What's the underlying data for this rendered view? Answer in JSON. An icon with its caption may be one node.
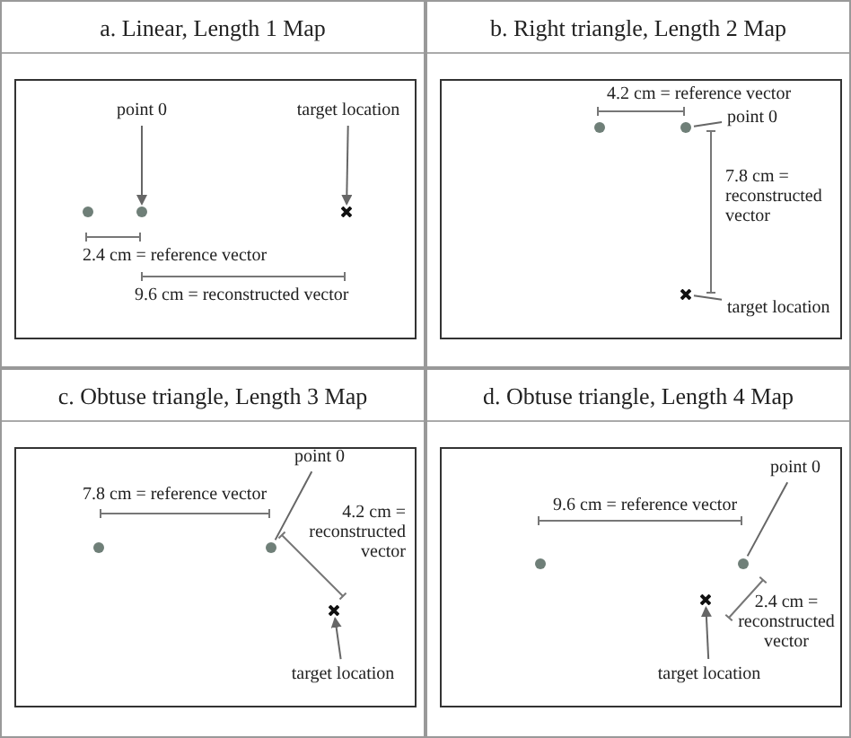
{
  "diagram": {
    "nodes": [
      {
        "text": [
          "a. Linear, Length 1 Map"
        ]
      },
      {
        "text": [],
        "shape": "box",
        "in": 0
      },
      {
        "text": [
          "point 0"
        ],
        "in": 1
      },
      {
        "text": [
          "target location"
        ],
        "in": 1
      },
      {
        "text": [],
        "shape": "circle",
        "in": 1
      },
      {
        "text": [],
        "shape": "circle",
        "in": 1
      },
      {
        "text": [],
        "shape": "cross",
        "in": 1
      },
      {
        "text": [
          "b. Right triangle, Length 2 Map"
        ]
      },
      {
        "text": [],
        "shape": "box",
        "in": 7
      },
      {
        "text": [
          "point 0"
        ],
        "in": 8
      },
      {
        "text": [
          "target location"
        ],
        "in": 8
      },
      {
        "text": [],
        "shape": "circle",
        "in": 8
      },
      {
        "text": [],
        "shape": "circle",
        "in": 8
      },
      {
        "text": [],
        "shape": "cross",
        "in": 8
      },
      {
        "text": [
          "c. Obtuse triangle, Length 3 Map"
        ]
      },
      {
        "text": [],
        "shape": "box",
        "in": 14
      },
      {
        "text": [
          "point 0"
        ],
        "in": 15
      },
      {
        "text": [
          "target location"
        ],
        "in": 15
      },
      {
        "text": [],
        "shape": "circle",
        "in": 15
      },
      {
        "text": [],
        "shape": "circle",
        "in": 15
      },
      {
        "text": [],
        "shape": "cross",
        "in": 15
      },
      {
        "text": [
          "d. Obtuse triangle, Length 4 Map"
        ]
      },
      {
        "text": [],
        "shape": "box",
        "in": 21
      },
      {
        "text": [
          "point 0"
        ],
        "in": 22
      },
      {
        "text": [
          "target location"
        ],
        "in": 22
      },
      {
        "text": [],
        "shape": "circle",
        "in": 22
      },
      {
        "text": [],
        "shape": "circle",
        "in": 22
      },
      {
        "text": [],
        "shape": "cross",
        "in": 22
      }
    ],
    "edges": [
      {
        "from": 2,
        "to": 5,
        "arrow": "to"
      },
      {
        "from": 3,
        "to": 6,
        "arrow": "to"
      },
      {
        "from": 9,
        "to": 12,
        "arrow": "none"
      },
      {
        "from": 10,
        "to": 13,
        "arrow": "none"
      },
      {
        "from": 16,
        "to": 19,
        "arrow": "none"
      },
      {
        "from": 17,
        "to": 20,
        "arrow": "to"
      },
      {
        "from": 23,
        "to": 26,
        "arrow": "none"
      },
      {
        "from": 24,
        "to": 27,
        "arrow": "to"
      }
    ],
    "labels": [
      "2.4 cm = reference vector",
      "9.6 cm = reconstructed vector",
      "4.2 cm = reference vector",
      "7.8 cm = reconstructed vector",
      "7.8 cm = reference vector",
      "4.2 cm = reconstructed vector",
      "9.6 cm = reference vector",
      "2.4 cm = reconstructed vector"
    ]
  }
}
